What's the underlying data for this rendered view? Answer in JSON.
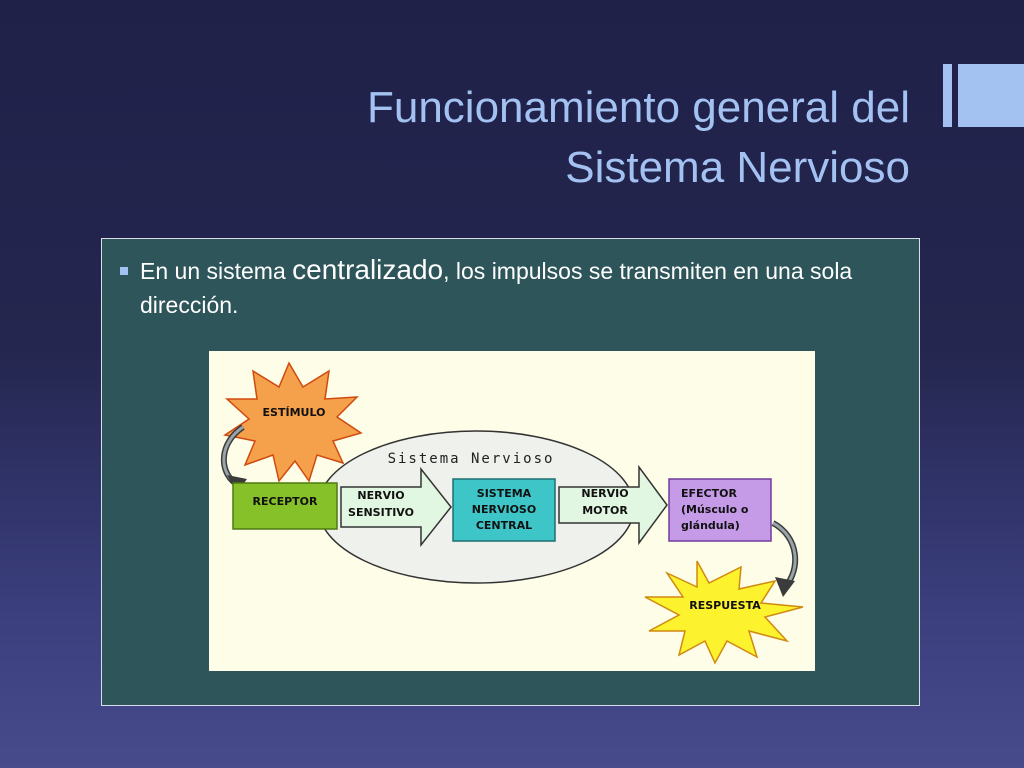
{
  "slide": {
    "title_line1": "Funcionamiento general del",
    "title_line2": "Sistema Nervioso",
    "bullet": {
      "pre": "En un sistema ",
      "emphasis": "centralizado",
      "post": ", los impulsos se transmiten en una sola dirección."
    }
  },
  "diagram": {
    "group_label": "Sistema Nervioso",
    "stimulus": "ESTÍMULO",
    "receptor": "RECEPTOR",
    "sensory_nerve": [
      "NERVIO",
      "SENSITIVO"
    ],
    "cns": [
      "SISTEMA",
      "NERVIOSO",
      "CENTRAL"
    ],
    "motor_nerve": [
      "NERVIO",
      "MOTOR"
    ],
    "effector": [
      "EFECTOR",
      "(Músculo o",
      "glándula)"
    ],
    "response": "RESPUESTA"
  },
  "colors": {
    "background": "#24264f",
    "title": "#a3c2f2",
    "content_box": "#2e5559",
    "diagram_bg": "#fefde8",
    "starburst_stimulus": "#f5a04a",
    "starburst_response": "#fcf22e",
    "receptor": "#86c12a",
    "cns": "#3ec5c8",
    "effector": "#c59be8",
    "arrow_fill": "#e2f7e2"
  }
}
